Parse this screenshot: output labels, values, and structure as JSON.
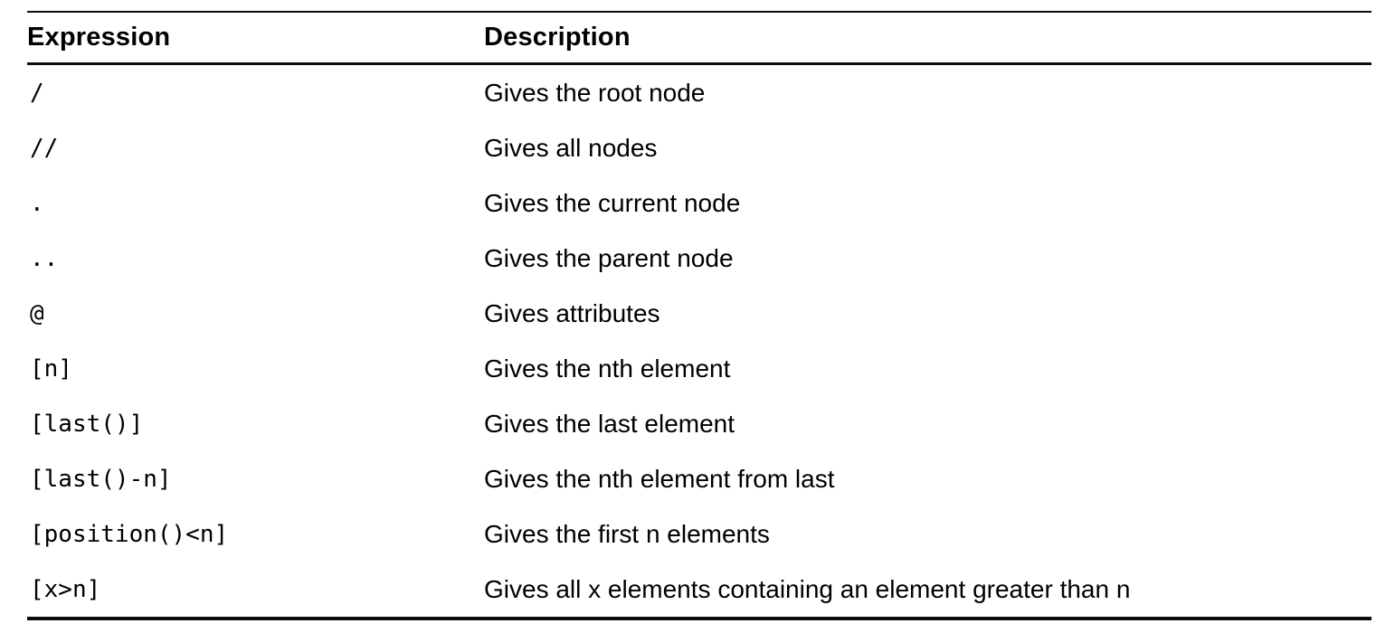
{
  "table": {
    "columns": [
      {
        "label": "Expression"
      },
      {
        "label": "Description"
      }
    ],
    "rows": [
      {
        "expression": "/",
        "description": "Gives the root node"
      },
      {
        "expression": "//",
        "description": "Gives all nodes"
      },
      {
        "expression": ".",
        "description": "Gives the current node"
      },
      {
        "expression": "..",
        "description": "Gives the parent node"
      },
      {
        "expression": "@",
        "description": "Gives attributes"
      },
      {
        "expression": "[n]",
        "description": "Gives the nth element"
      },
      {
        "expression": "[last()]",
        "description": "Gives the last element"
      },
      {
        "expression": "[last()-n]",
        "description": "Gives the nth element from last"
      },
      {
        "expression": "[position()<n]",
        "description": "Gives the first n elements"
      },
      {
        "expression": "[x>n]",
        "description": "Gives all x elements containing an element greater than n"
      }
    ]
  }
}
